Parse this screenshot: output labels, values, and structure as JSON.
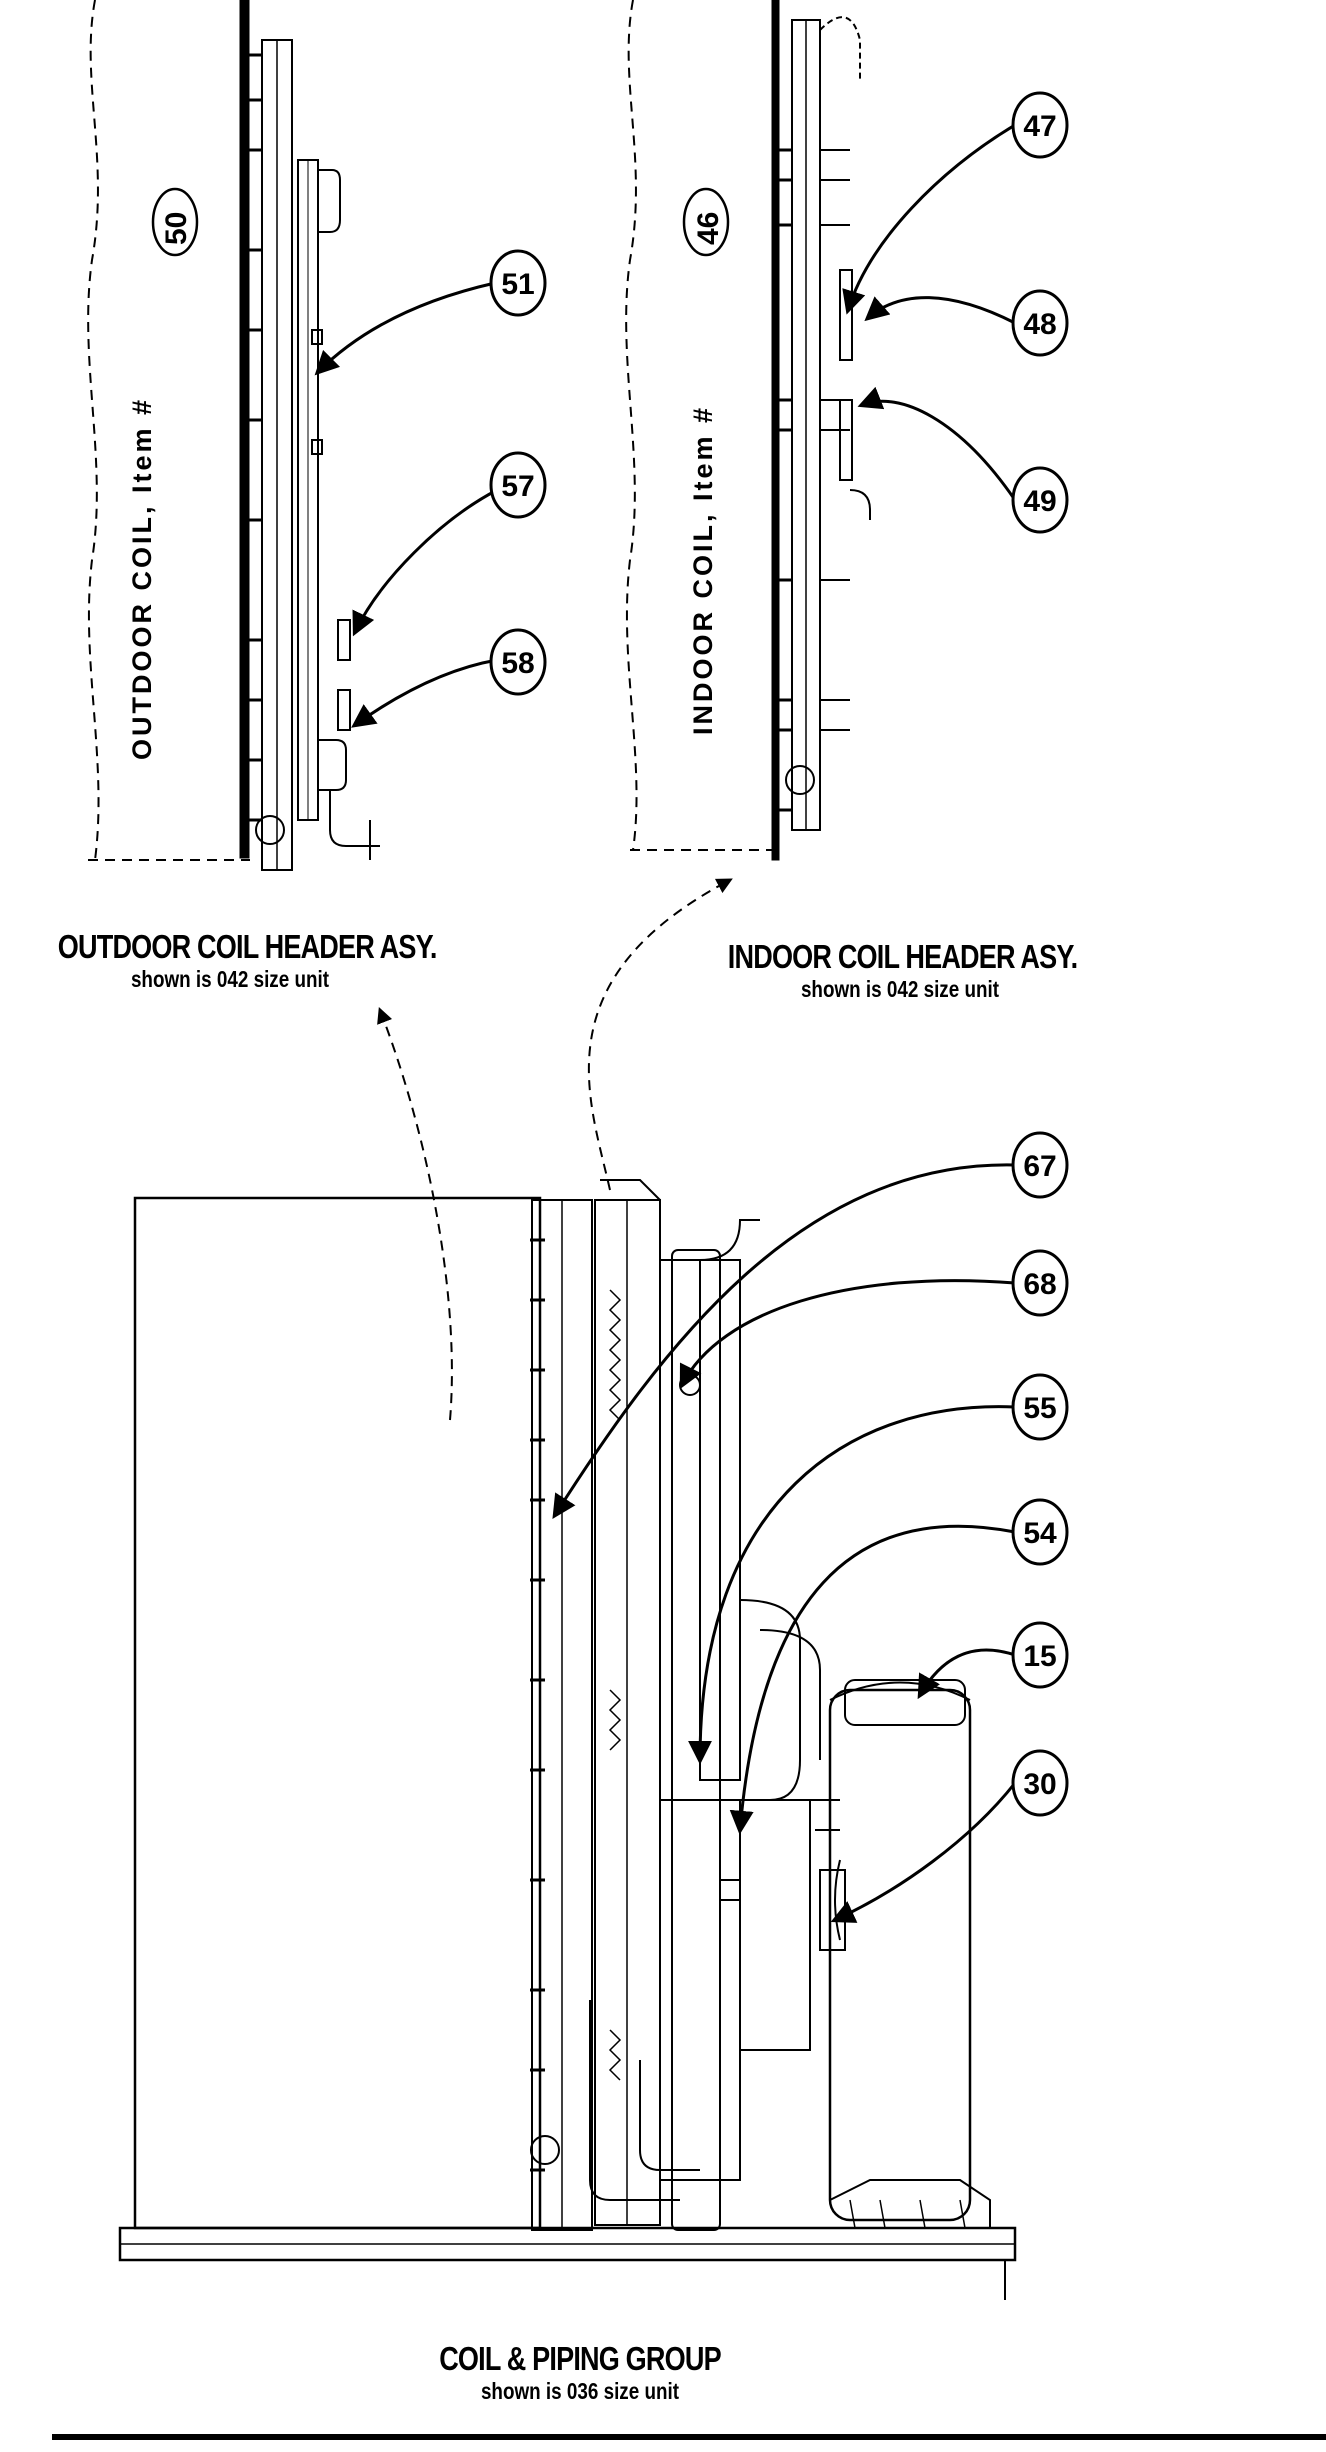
{
  "outdoor_coil": {
    "label": "OUTDOOR COIL, Item #",
    "item": "50",
    "header_title": "OUTDOOR COIL HEADER ASY.",
    "header_sub": "shown is 042 size unit"
  },
  "indoor_coil": {
    "label": "INDOOR COIL, Item #",
    "item": "46",
    "header_title": "INDOOR COIL HEADER ASY.",
    "header_sub": "shown is 042 size unit"
  },
  "main": {
    "title": "COIL & PIPING GROUP",
    "sub": "shown is 036 size unit"
  },
  "callouts": [
    "51",
    "57",
    "58",
    "47",
    "48",
    "49",
    "67",
    "68",
    "55",
    "54",
    "15",
    "30"
  ]
}
